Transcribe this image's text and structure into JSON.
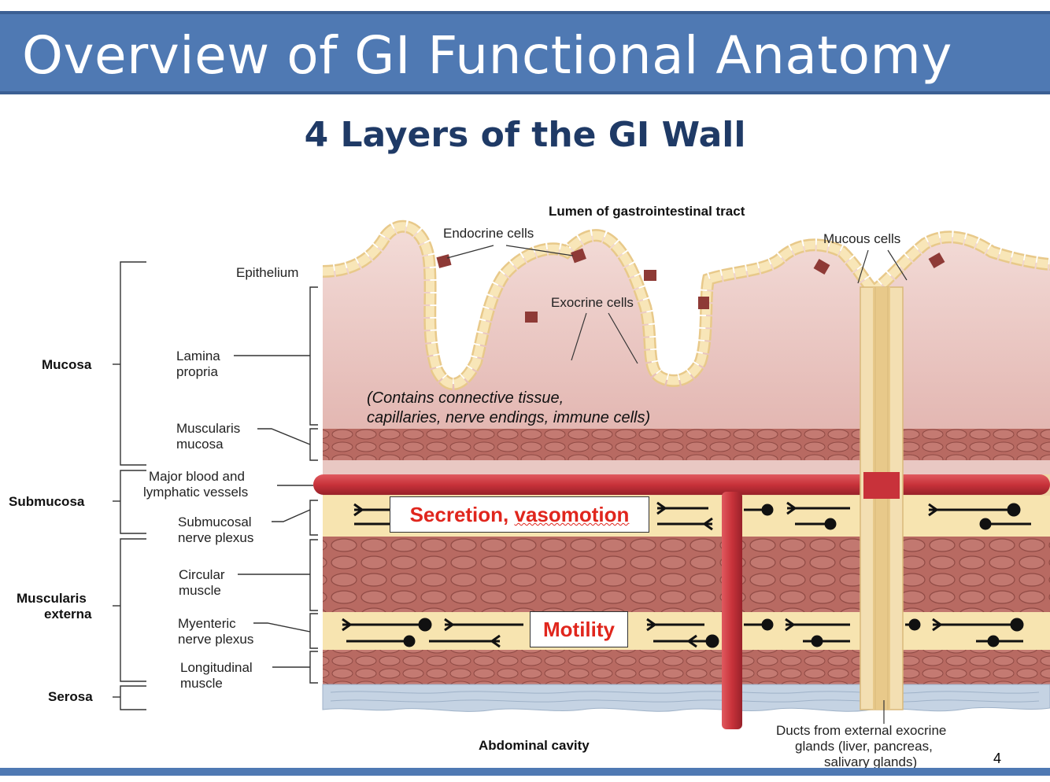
{
  "slide": {
    "title": "Overview of GI Functional Anatomy",
    "subtitle": "4 Layers of the GI Wall",
    "page_number": "4"
  },
  "diagram": {
    "top_labels": {
      "lumen": "Lumen of gastrointestinal tract",
      "endocrine": "Endocrine cells",
      "mucous": "Mucous cells",
      "exocrine": "Exocrine cells",
      "epithelium": "Epithelium"
    },
    "note_line1": "(Contains connective tissue,",
    "note_line2": "capillaries, nerve endings, immune cells)",
    "layers": {
      "mucosa": "Mucosa",
      "submucosa": "Submucosa",
      "muscularis_line1": "Muscularis",
      "muscularis_line2": "externa",
      "serosa": "Serosa"
    },
    "sublabels": {
      "lamina_1": "Lamina",
      "lamina_2": "propria",
      "musc_mucosa_1": "Muscularis",
      "musc_mucosa_2": "mucosa",
      "vessels_1": "Major blood and",
      "vessels_2": "lymphatic vessels",
      "submucosal_1": "Submucosal",
      "submucosal_2": "nerve plexus",
      "circular_1": "Circular",
      "circular_2": "muscle",
      "myenteric_1": "Myenteric",
      "myenteric_2": "nerve plexus",
      "longitudinal_1": "Longitudinal",
      "longitudinal_2": "muscle"
    },
    "bottom_labels": {
      "abdominal": "Abdominal cavity",
      "ducts_1": "Ducts from external exocrine",
      "ducts_2": "glands (liver, pancreas,",
      "ducts_3": "salivary glands)"
    },
    "callouts": {
      "secretion_a": "Secretion, ",
      "secretion_b": "vasomotion",
      "motility": "Motility"
    }
  },
  "colors": {
    "title_bar": "#4f79b3",
    "subtitle": "#1f3a66",
    "callout_text": "#e0261d",
    "vessel": "#c8323a",
    "mucosa": "#ecc8c4",
    "muscle": "#b86a62",
    "nerve_band": "#f7e4b0",
    "serosa": "#c5d3e3"
  }
}
